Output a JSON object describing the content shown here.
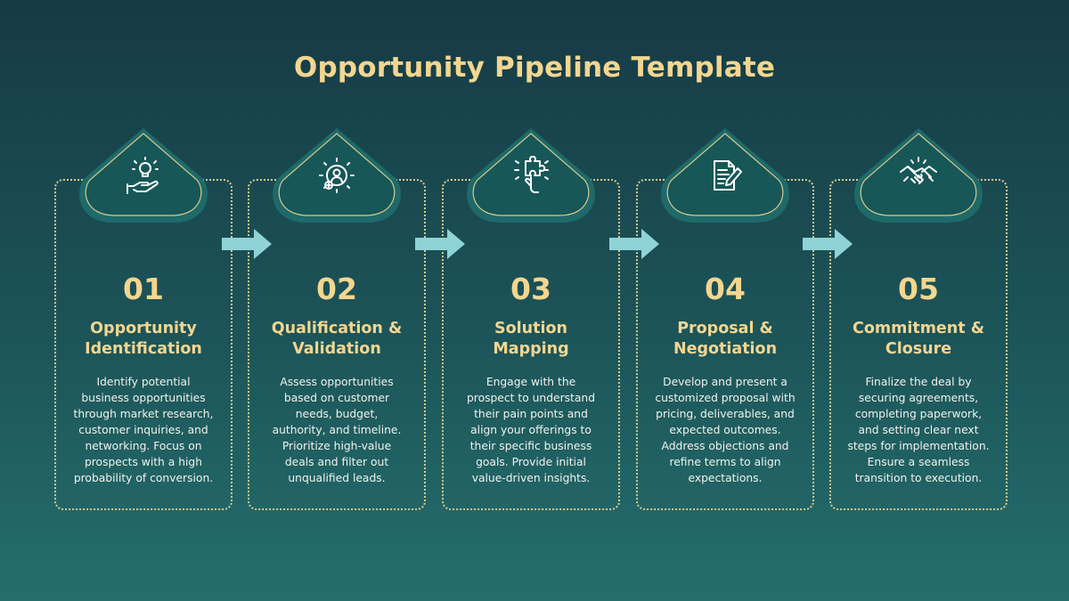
{
  "title": "Opportunity Pipeline Template",
  "colors": {
    "accent": "#f3d690",
    "arrow": "#8fd3d6",
    "badge": "#1e6a6a",
    "border": "#d8c98a"
  },
  "steps": [
    {
      "number": "01",
      "heading": [
        "Opportunity",
        "Identification"
      ],
      "icon": "lightbulb-hand-icon",
      "description": [
        "Identify potential",
        "business opportunities",
        "through market research,",
        "customer inquiries, and",
        "networking. Focus on",
        "prospects with a high",
        "probability of conversion."
      ]
    },
    {
      "number": "02",
      "heading": [
        "Qualification &",
        "Validation"
      ],
      "icon": "gear-person-icon",
      "description": [
        "Assess opportunities",
        "based on customer",
        "needs, budget,",
        "authority, and timeline.",
        "Prioritize high-value",
        "deals and filter out",
        "unqualified leads."
      ]
    },
    {
      "number": "03",
      "heading": [
        "Solution",
        "Mapping"
      ],
      "icon": "puzzle-hand-icon",
      "description": [
        "Engage with the",
        "prospect to understand",
        "their pain points and",
        "align your offerings to",
        "their specific business",
        "goals. Provide initial",
        "value-driven insights."
      ]
    },
    {
      "number": "04",
      "heading": [
        "Proposal &",
        "Negotiation"
      ],
      "icon": "document-pen-icon",
      "description": [
        "Develop and present a",
        "customized proposal with",
        "pricing, deliverables, and",
        "expected outcomes.",
        "Address objections and",
        "refine terms to align",
        "expectations."
      ]
    },
    {
      "number": "05",
      "heading": [
        "Commitment &",
        "Closure"
      ],
      "icon": "handshake-icon",
      "description": [
        "Finalize the deal by",
        "securing agreements,",
        "completing paperwork,",
        "and setting clear next",
        "steps for implementation.",
        "Ensure a seamless",
        "transition to execution."
      ]
    }
  ]
}
